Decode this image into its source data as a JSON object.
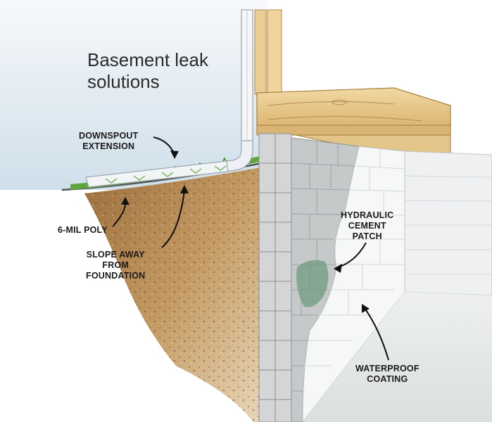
{
  "title": {
    "line1": "Basement leak",
    "line2": "solutions"
  },
  "callouts": {
    "downspout": {
      "line1": "DOWNSPOUT",
      "line2": "EXTENSION"
    },
    "poly": {
      "line1": "6-MIL POLY"
    },
    "slope": {
      "line1": "SLOPE AWAY",
      "line2": "FROM",
      "line3": "FOUNDATION"
    },
    "hydraulic": {
      "line1": "HYDRAULIC",
      "line2": "CEMENT",
      "line3": "PATCH"
    },
    "waterproof": {
      "line1": "WATERPROOF",
      "line2": "COATING"
    }
  },
  "colors": {
    "sky": "#d9e6ef",
    "soil": "#b58a55",
    "block": "#c9cbcc",
    "coating": "#f4f5f5",
    "wood": "#e9c98a",
    "grass": "#5fa63c"
  }
}
